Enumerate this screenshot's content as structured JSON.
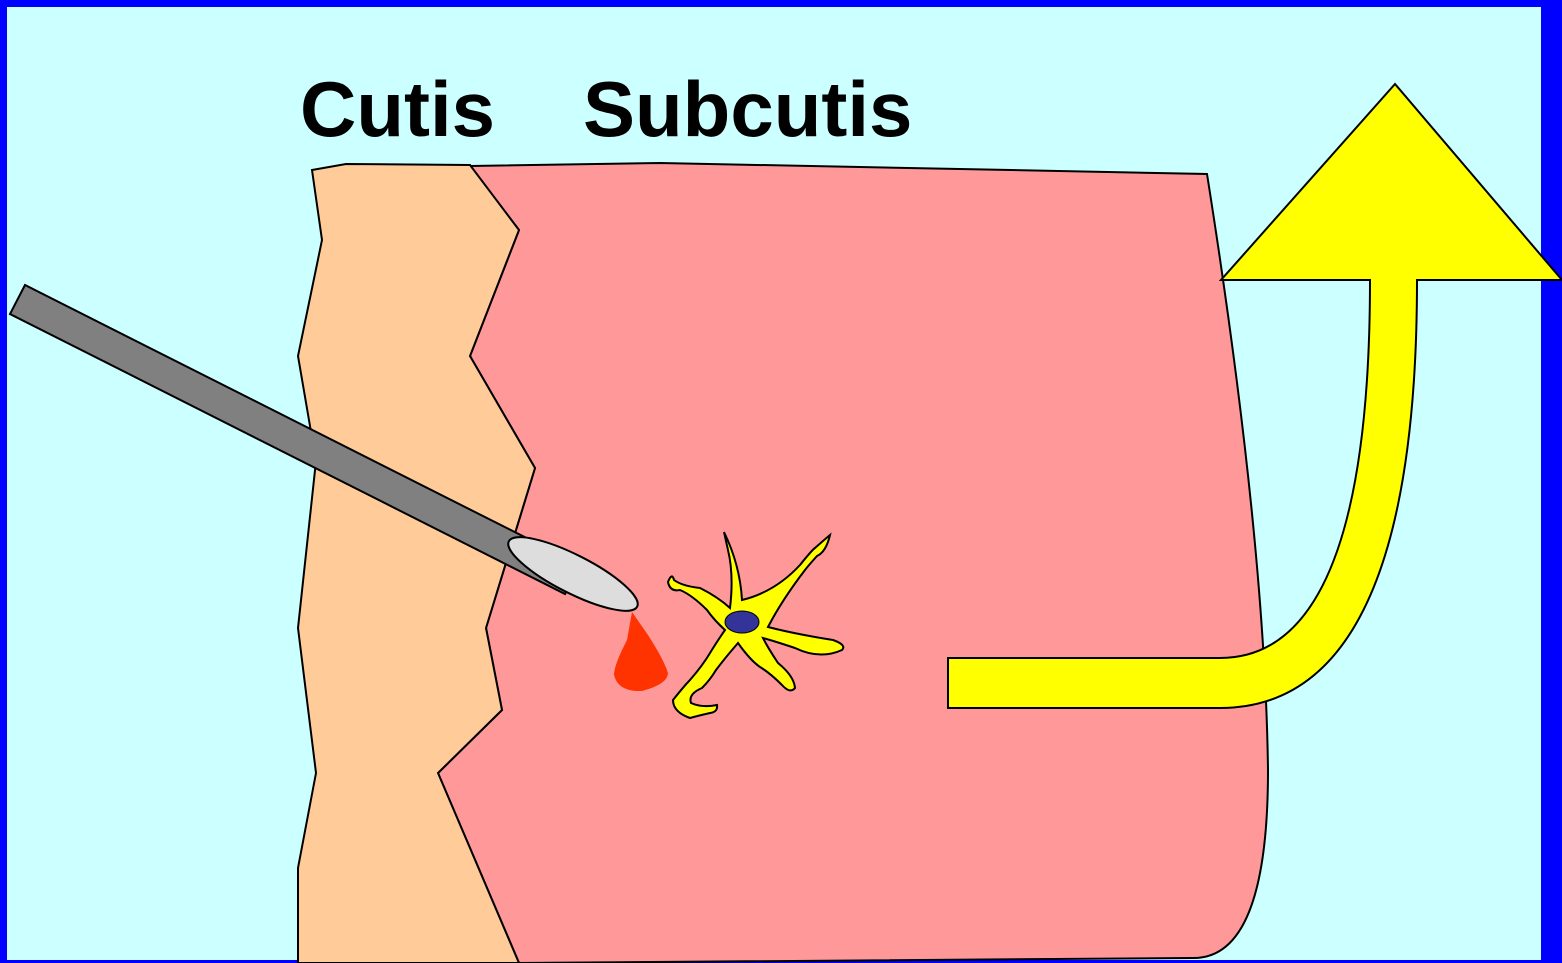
{
  "labels": {
    "cutis": "Cutis",
    "subcutis": "Subcutis"
  },
  "colors": {
    "frame": "#0000ff",
    "background": "#ccffff",
    "cutis": "#ffcc99",
    "subcutis": "#ff9999",
    "needle": "#808080",
    "needle_tip": "#dddddd",
    "droplet": "#ff3300",
    "cell_body": "#ffff00",
    "cell_nucleus": "#333399",
    "arrow": "#ffff00",
    "outline": "#000000"
  },
  "icons": {
    "needle": "syringe-needle",
    "droplet": "injected-droplet",
    "cell": "dendritic-cell",
    "arrow": "migration-arrow"
  }
}
